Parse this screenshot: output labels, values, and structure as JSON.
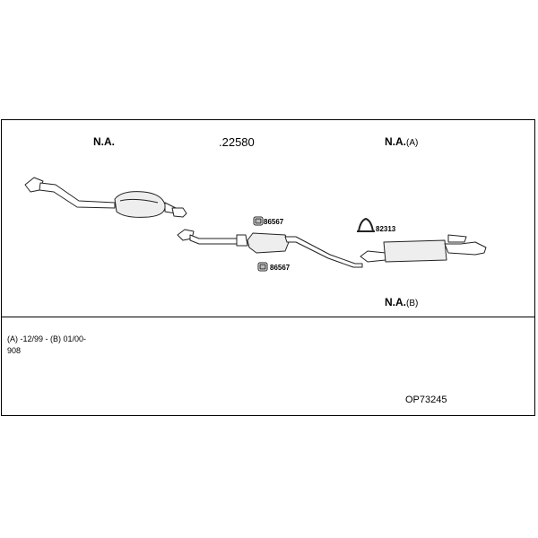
{
  "header_labels": {
    "left": "N.A.",
    "center": ".22580",
    "right_main": "N.A.",
    "right_variant": "(A)"
  },
  "bottom_label": {
    "main": "N.A.",
    "variant": "(B)"
  },
  "parts": {
    "bracket_top": "86567",
    "bracket_bottom": "86567",
    "clamp": "82313"
  },
  "notes": {
    "line1": "(A) -12/99 - (B) 01/00-",
    "line2": "908"
  },
  "diagram_code": "OP73245"
}
